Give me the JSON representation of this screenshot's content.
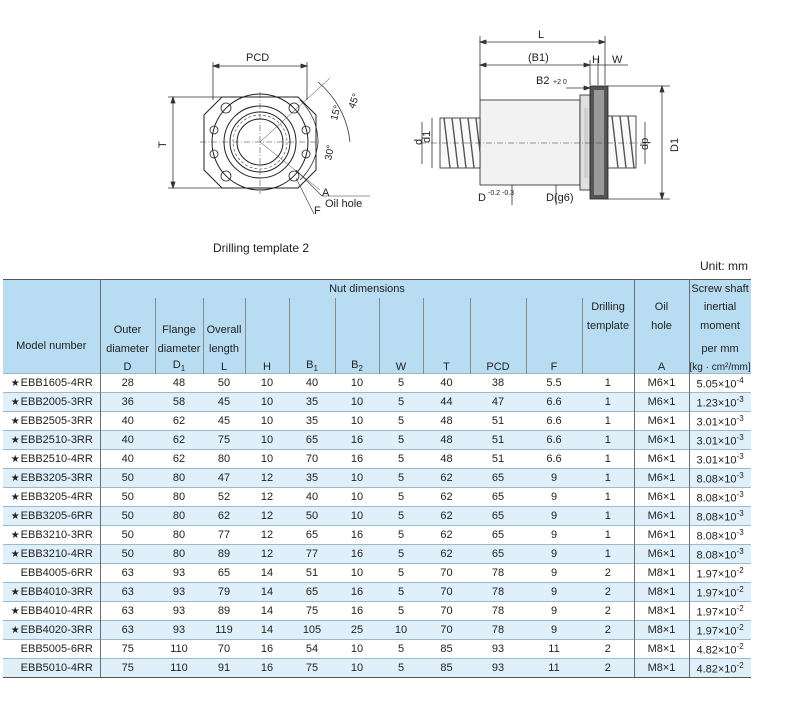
{
  "drawing_labels": {
    "pcd": "PCD",
    "t": "T",
    "angle_15": "15°",
    "angle_45": "45°",
    "angle_30": "30°",
    "a": "A",
    "oil_hole": "Oil hole",
    "f": "F",
    "l": "L",
    "b1": "(B1)",
    "h": "H",
    "w": "W",
    "b2": "B2",
    "b2_tol": "+2 0",
    "d1_left": "d1",
    "d_left": "d",
    "dp": "dp",
    "d1_right": "D1",
    "d_tol_label": "D",
    "d_tol": "-0.2 -0.3",
    "dg6": "D(g6)"
  },
  "caption": "Drilling template 2",
  "unit": "Unit: mm",
  "table": {
    "group_header": "Nut dimensions",
    "headers": {
      "model": "Model number",
      "outer": "Outer",
      "outer2": "diameter",
      "outer_sym": "D",
      "flange": "Flange",
      "flange2": "diameter",
      "flange_sym": "D1",
      "overall": "Overall",
      "overall2": "length",
      "overall_sym": "L",
      "h": "H",
      "b1": "B1",
      "b2": "B2",
      "w": "W",
      "t": "T",
      "pcd": "PCD",
      "f": "F",
      "drill": "Drilling",
      "drill2": "template",
      "oil": "Oil",
      "oil2": "hole",
      "oil_sym": "A",
      "screw1": "Screw shaft",
      "screw2": "inertial",
      "screw3": "moment",
      "screw4": "per mm",
      "screw_unit": "[kg · cm²/mm]"
    },
    "rows": [
      {
        "star": "★",
        "model": "EBB1605-4RR",
        "D": "28",
        "D1": "48",
        "L": "50",
        "H": "10",
        "B1": "40",
        "B2": "10",
        "W": "5",
        "T": "40",
        "PCD": "38",
        "F": "5.5",
        "dt": "1",
        "A": "M6×1",
        "mant": "5.05×10",
        "exp": "-4"
      },
      {
        "star": "★",
        "model": "EBB2005-3RR",
        "D": "36",
        "D1": "58",
        "L": "45",
        "H": "10",
        "B1": "35",
        "B2": "10",
        "W": "5",
        "T": "44",
        "PCD": "47",
        "F": "6.6",
        "dt": "1",
        "A": "M6×1",
        "mant": "1.23×10",
        "exp": "-3"
      },
      {
        "star": "★",
        "model": "EBB2505-3RR",
        "D": "40",
        "D1": "62",
        "L": "45",
        "H": "10",
        "B1": "35",
        "B2": "10",
        "W": "5",
        "T": "48",
        "PCD": "51",
        "F": "6.6",
        "dt": "1",
        "A": "M6×1",
        "mant": "3.01×10",
        "exp": "-3"
      },
      {
        "star": "★",
        "model": "EBB2510-3RR",
        "D": "40",
        "D1": "62",
        "L": "75",
        "H": "10",
        "B1": "65",
        "B2": "16",
        "W": "5",
        "T": "48",
        "PCD": "51",
        "F": "6.6",
        "dt": "1",
        "A": "M6×1",
        "mant": "3.01×10",
        "exp": "-3"
      },
      {
        "star": "★",
        "model": "EBB2510-4RR",
        "D": "40",
        "D1": "62",
        "L": "80",
        "H": "10",
        "B1": "70",
        "B2": "16",
        "W": "5",
        "T": "48",
        "PCD": "51",
        "F": "6.6",
        "dt": "1",
        "A": "M6×1",
        "mant": "3.01×10",
        "exp": "-3"
      },
      {
        "star": "★",
        "model": "EBB3205-3RR",
        "D": "50",
        "D1": "80",
        "L": "47",
        "H": "12",
        "B1": "35",
        "B2": "10",
        "W": "5",
        "T": "62",
        "PCD": "65",
        "F": "9",
        "dt": "1",
        "A": "M6×1",
        "mant": "8.08×10",
        "exp": "-3"
      },
      {
        "star": "★",
        "model": "EBB3205-4RR",
        "D": "50",
        "D1": "80",
        "L": "52",
        "H": "12",
        "B1": "40",
        "B2": "10",
        "W": "5",
        "T": "62",
        "PCD": "65",
        "F": "9",
        "dt": "1",
        "A": "M6×1",
        "mant": "8.08×10",
        "exp": "-3"
      },
      {
        "star": "★",
        "model": "EBB3205-6RR",
        "D": "50",
        "D1": "80",
        "L": "62",
        "H": "12",
        "B1": "50",
        "B2": "10",
        "W": "5",
        "T": "62",
        "PCD": "65",
        "F": "9",
        "dt": "1",
        "A": "M6×1",
        "mant": "8.08×10",
        "exp": "-3"
      },
      {
        "star": "★",
        "model": "EBB3210-3RR",
        "D": "50",
        "D1": "80",
        "L": "77",
        "H": "12",
        "B1": "65",
        "B2": "16",
        "W": "5",
        "T": "62",
        "PCD": "65",
        "F": "9",
        "dt": "1",
        "A": "M6×1",
        "mant": "8.08×10",
        "exp": "-3"
      },
      {
        "star": "★",
        "model": "EBB3210-4RR",
        "D": "50",
        "D1": "80",
        "L": "89",
        "H": "12",
        "B1": "77",
        "B2": "16",
        "W": "5",
        "T": "62",
        "PCD": "65",
        "F": "9",
        "dt": "1",
        "A": "M6×1",
        "mant": "8.08×10",
        "exp": "-3"
      },
      {
        "star": "",
        "model": "EBB4005-6RR",
        "D": "63",
        "D1": "93",
        "L": "65",
        "H": "14",
        "B1": "51",
        "B2": "10",
        "W": "5",
        "T": "70",
        "PCD": "78",
        "F": "9",
        "dt": "2",
        "A": "M8×1",
        "mant": "1.97×10",
        "exp": "-2"
      },
      {
        "star": "★",
        "model": "EBB4010-3RR",
        "D": "63",
        "D1": "93",
        "L": "79",
        "H": "14",
        "B1": "65",
        "B2": "16",
        "W": "5",
        "T": "70",
        "PCD": "78",
        "F": "9",
        "dt": "2",
        "A": "M8×1",
        "mant": "1.97×10",
        "exp": "-2"
      },
      {
        "star": "★",
        "model": "EBB4010-4RR",
        "D": "63",
        "D1": "93",
        "L": "89",
        "H": "14",
        "B1": "75",
        "B2": "16",
        "W": "5",
        "T": "70",
        "PCD": "78",
        "F": "9",
        "dt": "2",
        "A": "M8×1",
        "mant": "1.97×10",
        "exp": "-2"
      },
      {
        "star": "★",
        "model": "EBB4020-3RR",
        "D": "63",
        "D1": "93",
        "L": "119",
        "H": "14",
        "B1": "105",
        "B2": "25",
        "W": "10",
        "T": "70",
        "PCD": "78",
        "F": "9",
        "dt": "2",
        "A": "M8×1",
        "mant": "1.97×10",
        "exp": "-2"
      },
      {
        "star": "",
        "model": "EBB5005-6RR",
        "D": "75",
        "D1": "110",
        "L": "70",
        "H": "16",
        "B1": "54",
        "B2": "10",
        "W": "5",
        "T": "85",
        "PCD": "93",
        "F": "11",
        "dt": "2",
        "A": "M8×1",
        "mant": "4.82×10",
        "exp": "-2"
      },
      {
        "star": "",
        "model": "EBB5010-4RR",
        "D": "75",
        "D1": "110",
        "L": "91",
        "H": "16",
        "B1": "75",
        "B2": "10",
        "W": "5",
        "T": "85",
        "PCD": "93",
        "F": "11",
        "dt": "2",
        "A": "M8×1",
        "mant": "4.82×10",
        "exp": "-2"
      }
    ]
  }
}
